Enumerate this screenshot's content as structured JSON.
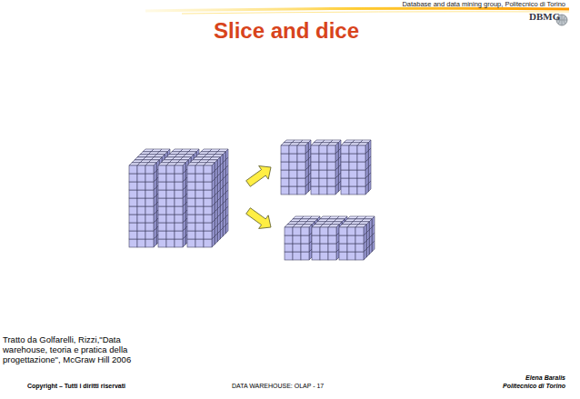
{
  "diagram": {
    "title": "Slice and dice",
    "labels": [
      "Database and data mining group, Politecnico di Torino",
      "DBMG",
      "Tratto da Golfarelli, Rizzi,\"Data warehouse, teoria e pratica della progettazione\", McGraw Hill 2006",
      "Copyright – Tutti i diritti riservati",
      "DATA WAREHOUSE: OLAP - 17",
      "Elena Baralis",
      "Politecnico di Torino"
    ]
  }
}
